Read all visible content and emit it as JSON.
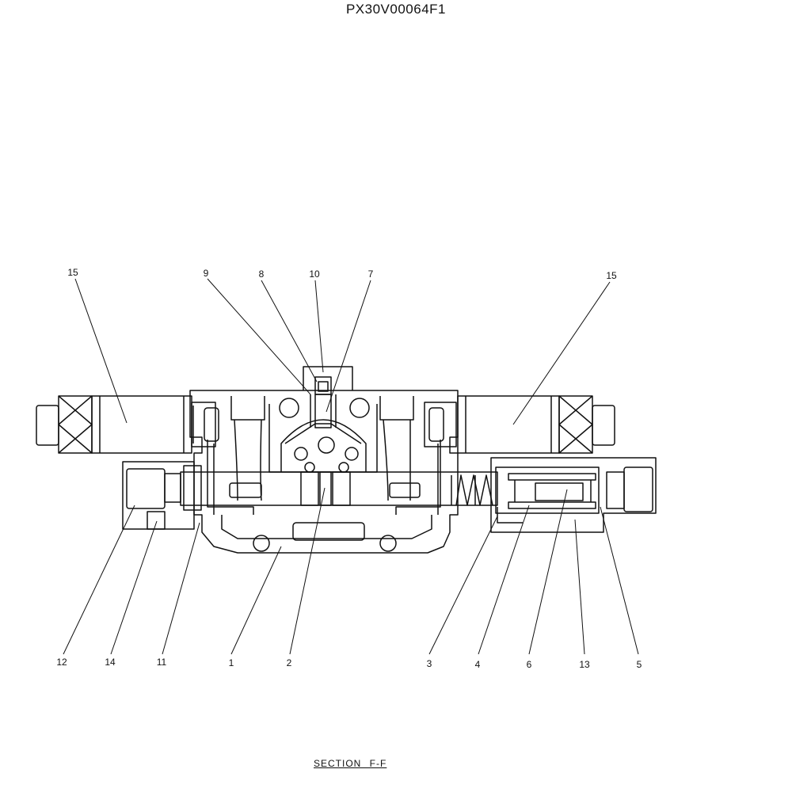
{
  "header": {
    "document_code": "PX30V00064F1"
  },
  "footer": {
    "section_title": "SECTION  F-F"
  },
  "callouts": [
    {
      "id": "c15a",
      "text": "15"
    },
    {
      "id": "c9",
      "text": "9"
    },
    {
      "id": "c8",
      "text": "8"
    },
    {
      "id": "c10",
      "text": "10"
    },
    {
      "id": "c7",
      "text": "7"
    },
    {
      "id": "c15b",
      "text": "15"
    },
    {
      "id": "c12",
      "text": "12"
    },
    {
      "id": "c14",
      "text": "14"
    },
    {
      "id": "c11",
      "text": "11"
    },
    {
      "id": "c1",
      "text": "1"
    },
    {
      "id": "c2",
      "text": "2"
    },
    {
      "id": "c3",
      "text": "3"
    },
    {
      "id": "c4",
      "text": "4"
    },
    {
      "id": "c6",
      "text": "6"
    },
    {
      "id": "c13",
      "text": "13"
    },
    {
      "id": "c5",
      "text": "5"
    }
  ]
}
